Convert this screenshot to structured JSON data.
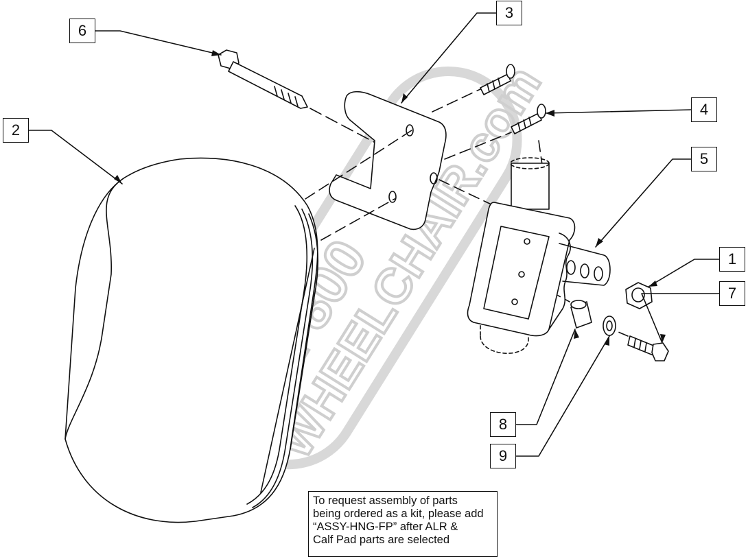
{
  "watermark": {
    "line1": "1·800",
    "line2": "WHEELCHAIR.com"
  },
  "callouts": [
    {
      "id": "c6",
      "label": "6"
    },
    {
      "id": "c3",
      "label": "3"
    },
    {
      "id": "c2",
      "label": "2"
    },
    {
      "id": "c4",
      "label": "4"
    },
    {
      "id": "c5",
      "label": "5"
    },
    {
      "id": "c1",
      "label": "1"
    },
    {
      "id": "c7",
      "label": "7"
    },
    {
      "id": "c8",
      "label": "8"
    },
    {
      "id": "c9",
      "label": "9"
    }
  ],
  "note": {
    "lines": [
      "To request assembly of parts",
      "being ordered as a kit, please add",
      "“ASSY-HNG-FP” after ALR &",
      "Calf Pad parts are selected"
    ]
  }
}
